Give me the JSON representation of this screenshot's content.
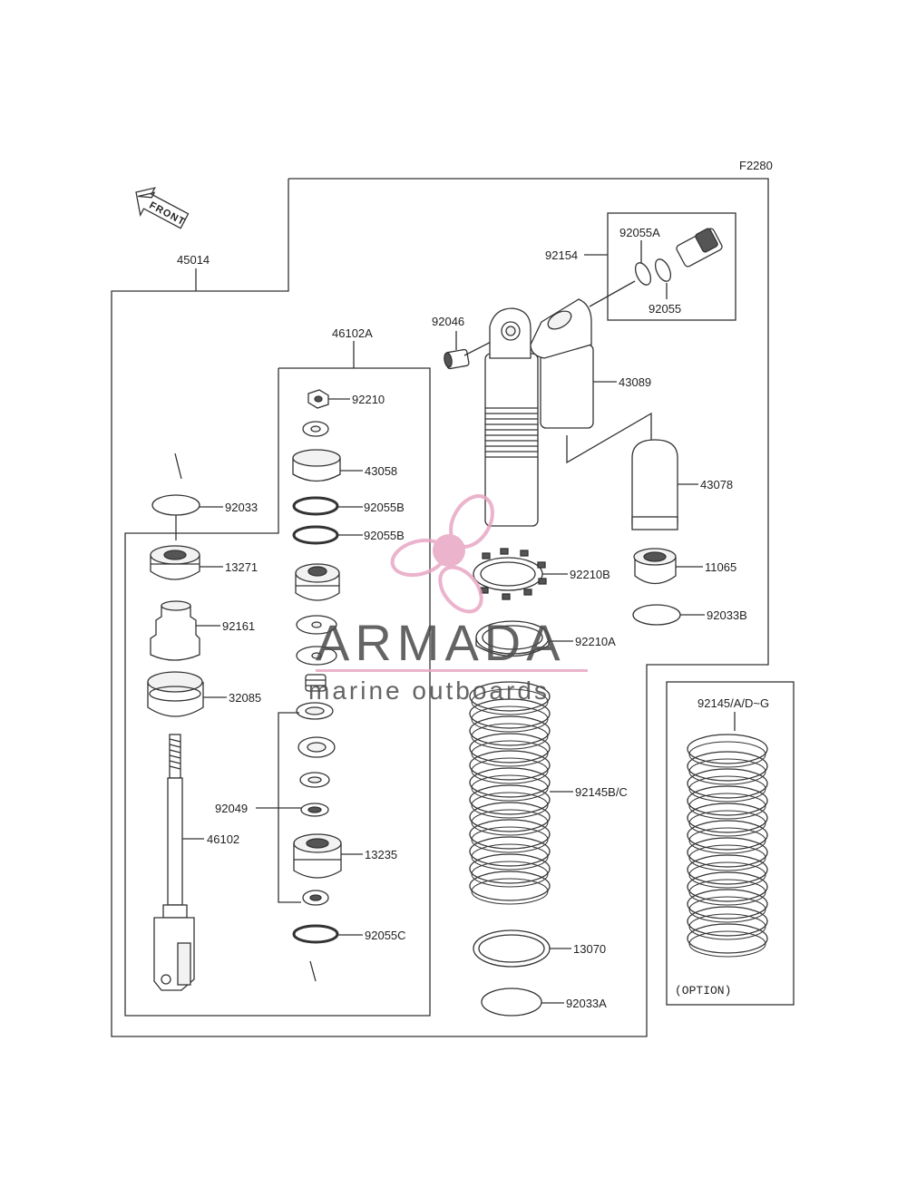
{
  "diagram_code": "F2280",
  "front_label": "FRONT",
  "option_label": "(OPTION)",
  "parts": {
    "p45014": "45014",
    "p46102A": "46102A",
    "p92210": "92210",
    "p43058": "43058",
    "p92055B_1": "92055B",
    "p92055B_2": "92055B",
    "p92033": "92033",
    "p13271": "13271",
    "p92161": "92161",
    "p32085": "32085",
    "p92049": "92049",
    "p46102": "46102",
    "p13235": "13235",
    "p92055C": "92055C",
    "p92154": "92154",
    "p92055A": "92055A",
    "p92055": "92055",
    "p92046": "92046",
    "p43089": "43089",
    "p43078": "43078",
    "p92210B": "92210B",
    "p11065": "11065",
    "p92033B": "92033B",
    "p92210A": "92210A",
    "p92145BC": "92145B/C",
    "p13070": "13070",
    "p92033A": "92033A",
    "p92145ADG": "92145/A/D~G"
  },
  "watermark": {
    "brand": "ARMADA",
    "tagline": "marine outboards",
    "color": "#e8a6c4"
  }
}
